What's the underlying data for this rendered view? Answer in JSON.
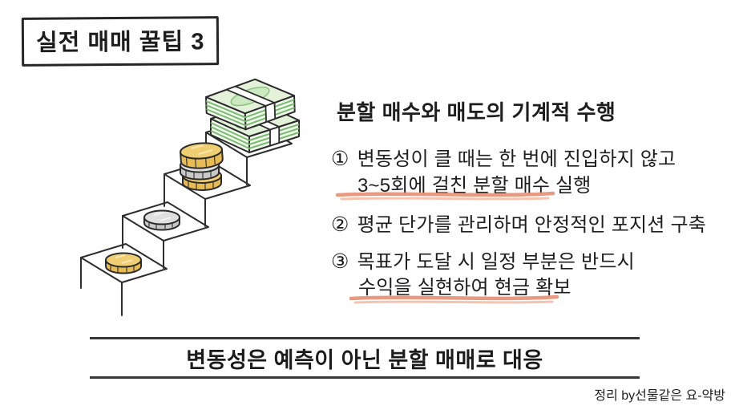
{
  "title": {
    "label": "실전 매매 꿀팁 3"
  },
  "content": {
    "heading": "분할 매수와 매도의 기계적 수행",
    "items": [
      {
        "num": "①",
        "line1": "변동성이 클 때는 한 번에 진입하지 않고",
        "line2": "3~5회에 걸친 분할 매수 실행",
        "line2_underlined": true
      },
      {
        "num": "②",
        "line1": "평균 단가를 관리하며 안정적인 포지션 구축"
      },
      {
        "num": "③",
        "line1": "목표가 도달 시 일정 부분은 반드시",
        "line2": "수익을 실현하여 현금 확보",
        "line2_underlined": true
      }
    ]
  },
  "banner": {
    "text": "변동성은 예측이 아닌 분할 매매로 대응"
  },
  "footer": {
    "credit": "정리 by선물같은 요-약방"
  },
  "illustration": {
    "description": "hand-drawn ascending staircase with one gold coin, one silver coin, a stack of gold and silver coins, and two banded bundles of green banknotes on top",
    "steps": 4
  },
  "colors": {
    "text": "#1e1e1e",
    "underline": "#e78e72",
    "underline_light": "#f2b49b",
    "rule": "#3a3a3a",
    "outline": "#2b2b2b",
    "gold_top": "#f0cf74",
    "gold_side": "#e7bc55",
    "silver_top": "#dfdfdf",
    "silver_side": "#c9c9c9",
    "bill_top": "#e4f2da",
    "bill_stripe": "#79bb6e",
    "band": "#ffffff",
    "background": "#ffffff"
  }
}
